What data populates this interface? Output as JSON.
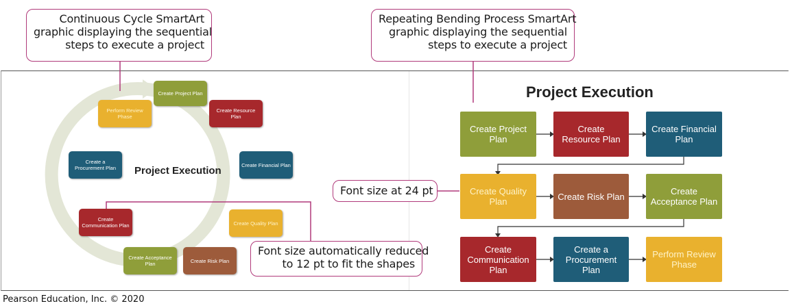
{
  "callouts": {
    "cycle": [
      "Continuous Cycle SmartArt",
      "graphic displaying the sequential",
      "steps to execute a project"
    ],
    "bending": [
      "Repeating Bending Process SmartArt",
      "graphic displaying the sequential",
      "steps to execute a project"
    ],
    "font24": "Font size at 24 pt",
    "font12": [
      "Font size automatically reduced",
      "to 12 pt to fit the shapes"
    ]
  },
  "cycle_diagram": {
    "title": "Project Execution",
    "steps": [
      {
        "label": "Create Project Plan",
        "color": "#8f9e3a"
      },
      {
        "label": "Create Resource Plan",
        "color": "#a7282c"
      },
      {
        "label": "Create Financial Plan",
        "color": "#1f5d78"
      },
      {
        "label": "Create Quality Plan",
        "color": "#e9b12e"
      },
      {
        "label": "Create Risk Plan",
        "color": "#9d5b3b"
      },
      {
        "label": "Create Acceptance Plan",
        "color": "#8f9e3a"
      },
      {
        "label": "Create Communication Plan",
        "color": "#a7282c"
      },
      {
        "label": "Create a Procurement Plan",
        "color": "#1f5d78"
      },
      {
        "label": "Perform Review Phase",
        "color": "#e9b12e"
      }
    ]
  },
  "bending_diagram": {
    "title": "Project Execution",
    "steps": [
      {
        "label": "Create Project Plan",
        "color": "#8f9e3a"
      },
      {
        "label": "Create Resource Plan",
        "color": "#a7282c"
      },
      {
        "label": "Create Financial Plan",
        "color": "#1f5d78"
      },
      {
        "label": "Create Quality Plan",
        "color": "#e9b12e"
      },
      {
        "label": "Create Risk Plan",
        "color": "#9d5b3b"
      },
      {
        "label": "Create Acceptance Plan",
        "color": "#8f9e3a"
      },
      {
        "label": "Create Communication Plan",
        "color": "#a7282c"
      },
      {
        "label": "Create a Procurement Plan",
        "color": "#1f5d78"
      },
      {
        "label": "Perform Review Phase",
        "color": "#e9b12e"
      }
    ]
  },
  "footer": {
    "copyright": "Pearson Education, Inc. © 2020"
  }
}
